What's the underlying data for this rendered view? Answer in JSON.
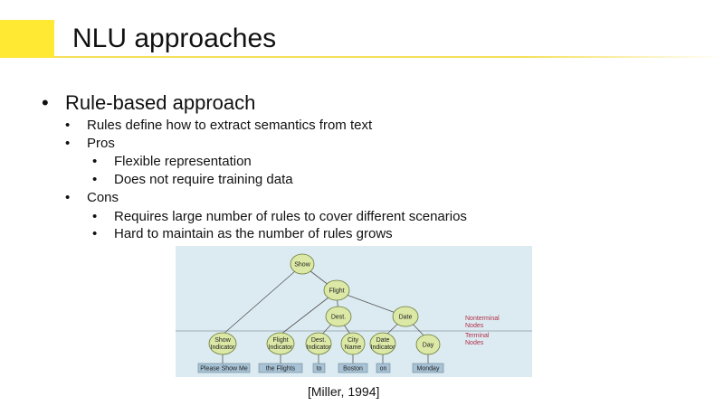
{
  "title": "NLU approaches",
  "bullets": {
    "main": "Rule-based approach",
    "rules_define": "Rules define how to extract semantics from text",
    "pros": "Pros",
    "pros_items": [
      "Flexible representation",
      "Does not require training data"
    ],
    "cons": "Cons",
    "cons_items": [
      "Requires large number of rules to cover different scenarios",
      "Hard to maintain as the number of rules grows"
    ]
  },
  "figure": {
    "nodes": {
      "show": "Show",
      "flight": "Flight",
      "dest": "Dest.",
      "date": "Date",
      "show_indicator": [
        "Show",
        "Indicator"
      ],
      "flight_indicator": [
        "Flight",
        "Indicator"
      ],
      "dest_indicator": [
        "Dest.",
        "Indicator"
      ],
      "city_name": [
        "City",
        "Name"
      ],
      "date_indicator": [
        "Date",
        "Indicator"
      ],
      "day": "Day"
    },
    "leaves": [
      "Please Show Me",
      "the Flights",
      "to",
      "Boston",
      "on",
      "Monday"
    ],
    "legend": {
      "nonterminal": [
        "Nonterminal",
        "Nodes"
      ],
      "terminal": [
        "Terminal",
        "Nodes"
      ]
    },
    "colors": {
      "background": "#dcebf1",
      "node_fill": "#dbe8a6",
      "node_stroke": "#6a7a3a",
      "leaf_fill": "#a8c3d6",
      "legend_text": "#b0304a"
    }
  },
  "citation": "[Miller, 1994]"
}
